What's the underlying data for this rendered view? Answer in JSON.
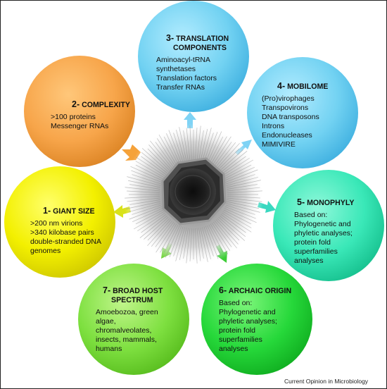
{
  "center_label": "",
  "panels": [
    {
      "id": "p1",
      "number": "1-",
      "title_lines": [
        "GIANT SIZE"
      ],
      "body": [
        ">200 nm virions",
        ">340 kilobase pairs",
        "double-stranded DNA",
        "genomes"
      ],
      "color": "#f5f200"
    },
    {
      "id": "p2",
      "number": "2-",
      "title_lines": [
        "COMPLEXITY"
      ],
      "body": [
        ">100 proteins",
        "Messenger RNAs"
      ],
      "color": "#f7a54a"
    },
    {
      "id": "p3",
      "number": "3-",
      "title_lines": [
        "TRANSLATION",
        "COMPONENTS"
      ],
      "body": [
        "Aminoacyl-tRNA",
        "synthetases",
        "Translation factors",
        "Transfer RNAs"
      ],
      "color": "#6fd0f0"
    },
    {
      "id": "p4",
      "number": "4-",
      "title_lines": [
        "MOBILOME"
      ],
      "body": [
        "(Pro)virophages",
        "Transpovirons",
        "DNA transposons",
        "Introns",
        "Endonucleases",
        "MIMIVIRE"
      ],
      "color": "#6fd0f0"
    },
    {
      "id": "p5",
      "number": "5-",
      "title_lines": [
        "MONOPHYLY"
      ],
      "body": [
        "Based on:",
        "Phylogenetic and",
        "phyletic analyses;",
        "protein fold",
        "superfamilies",
        "analyses"
      ],
      "color": "#35e8b8"
    },
    {
      "id": "p6",
      "number": "6-",
      "title_lines": [
        "ARCHAIC ORIGIN"
      ],
      "body": [
        "Based on:",
        "Phylogenetic and",
        "phyletic analyses;",
        "protein fold",
        "superfamilies",
        "analyses"
      ],
      "color": "#22d83a"
    },
    {
      "id": "p7",
      "number": "7-",
      "title_lines": [
        "BROAD HOST",
        "SPECTRUM"
      ],
      "body": [
        "Amoebozoa, green",
        "algae,",
        "chromalveolates,",
        "insects, mammals,",
        "humans"
      ],
      "color": "#7ee040"
    }
  ],
  "arrow_colors": {
    "orange": "#f5a23a",
    "blue": "#7fd3f5",
    "teal": "#3ad8c0",
    "green": "#3ccd36",
    "yellow": "#d9e21a"
  },
  "credit": "Current Opinion in Microbiology"
}
